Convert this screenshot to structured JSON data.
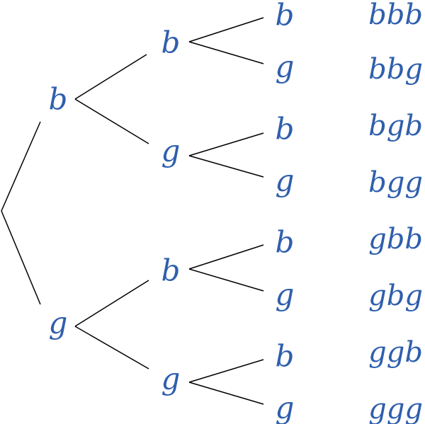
{
  "colors": {
    "label": "#2f5fad",
    "edge": "#000000"
  },
  "level1": {
    "b": "b",
    "g": "g"
  },
  "level2": {
    "b_b": "b",
    "b_g": "g",
    "g_b": "b",
    "g_g": "g"
  },
  "level3": {
    "bb_b": "b",
    "bb_g": "g",
    "bg_b": "b",
    "bg_g": "g",
    "gb_b": "b",
    "gb_g": "g",
    "gg_b": "b",
    "gg_g": "g"
  },
  "outcomes": [
    "bbb",
    "bbg",
    "bgb",
    "bgg",
    "gbb",
    "gbg",
    "ggb",
    "ggg"
  ]
}
